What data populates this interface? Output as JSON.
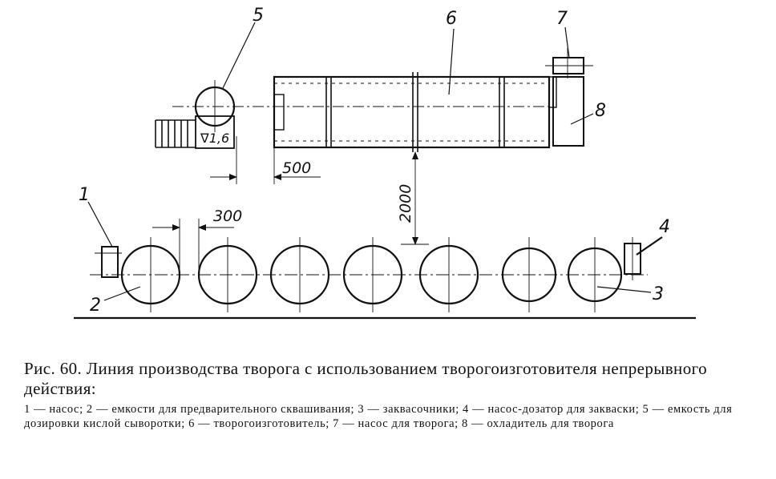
{
  "labels": {
    "n1": "1",
    "n2": "2",
    "n3": "3",
    "n4": "4",
    "n5": "5",
    "n6": "6",
    "n7": "7",
    "n8": "8"
  },
  "dimensions": {
    "d300": "300",
    "d500": "500",
    "d2000": "2000",
    "level": "∇1,6"
  },
  "caption": {
    "title": "Рис. 60. Линия производства творога с использованием творогоизготовителя непрерывного действия:",
    "legend": "1 — насос; 2 — емкости для предварительного сквашивания; 3 — заквасочники; 4 — насос-дозатор для закваски; 5 — емкость для дозировки кислой сыворотки; 6 — творогоизготовитель; 7 — насос для творога; 8 — охладитель для творога"
  }
}
